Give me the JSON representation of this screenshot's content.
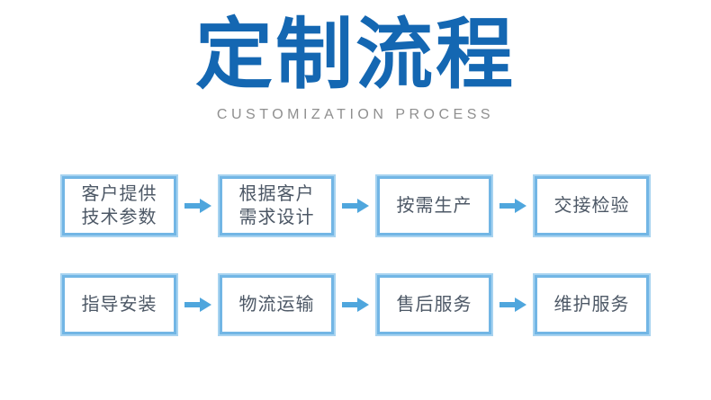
{
  "header": {
    "title": "定制流程",
    "subtitle": "CUSTOMIZATION PROCESS"
  },
  "flow": {
    "rows": [
      {
        "boxes": [
          {
            "label": "客户提供\n技术参数"
          },
          {
            "label": "根据客户\n需求设计"
          },
          {
            "label": "按需生产"
          },
          {
            "label": "交接检验"
          }
        ]
      },
      {
        "boxes": [
          {
            "label": "指导安装"
          },
          {
            "label": "物流运输"
          },
          {
            "label": "售后服务"
          },
          {
            "label": "维护服务"
          }
        ]
      }
    ],
    "arrow_icon": "right-arrow"
  },
  "colors": {
    "title_blue": "#1467b2",
    "subtitle_gray": "#8f8f8f",
    "box_border_outer": "#a7d3f0",
    "box_border_inner": "#72b6e5",
    "arrow_blue": "#4fa6dd",
    "box_text": "#4d5866",
    "background": "#ffffff"
  }
}
